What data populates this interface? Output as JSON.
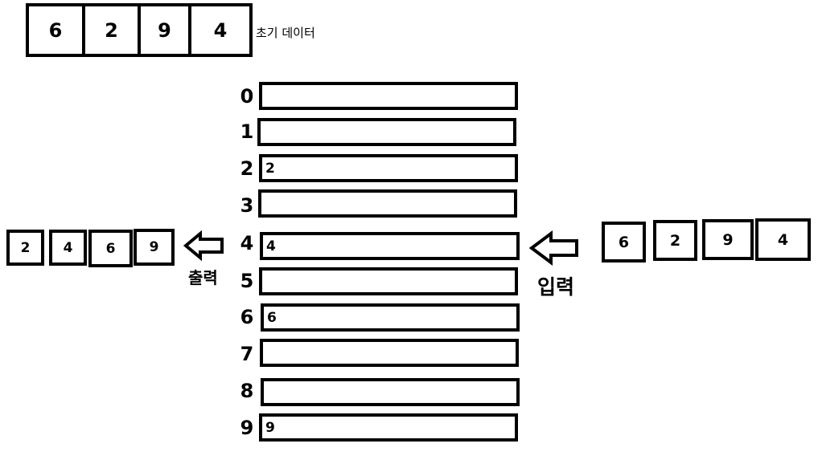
{
  "initial": {
    "values": [
      "6",
      "2",
      "9",
      "4"
    ],
    "label": "초기 데이터"
  },
  "buckets": {
    "indices": [
      "0",
      "1",
      "2",
      "3",
      "4",
      "5",
      "6",
      "7",
      "8",
      "9"
    ],
    "contents": [
      "",
      "",
      "2",
      "",
      "4",
      "",
      "6",
      "",
      "",
      "9"
    ]
  },
  "input": {
    "values": [
      "6",
      "2",
      "9",
      "4"
    ],
    "label": "입력"
  },
  "output": {
    "values": [
      "2",
      "4",
      "6",
      "9"
    ],
    "label": "출력"
  },
  "icons": {
    "input_arrow": "arrow-left-outline-icon",
    "output_arrow": "arrow-left-outline-icon"
  }
}
